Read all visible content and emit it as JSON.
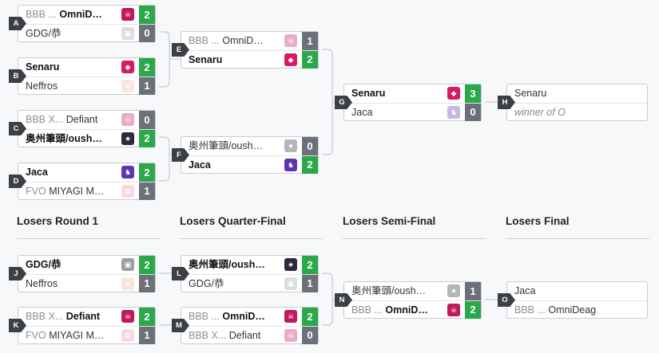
{
  "colors": {
    "win": "#2aa84a",
    "lose": "#6b7079",
    "badge": "#3b3f46",
    "line": "#c8ccd2"
  },
  "losers_headers": {
    "r1": "Losers Round 1",
    "qf": "Losers Quarter-Final",
    "sf": "Losers Semi-Final",
    "final": "Losers Final"
  },
  "winners": {
    "A": {
      "label": "A",
      "p1": {
        "tag": "BBB ...",
        "name": "OmniDeag",
        "score": "2",
        "win": true,
        "icon": "pink-skull-logo"
      },
      "p2": {
        "tag": "",
        "name": "GDG/恭",
        "score": "0",
        "win": false,
        "icon": "grey-cube-logo"
      }
    },
    "B": {
      "label": "B",
      "p1": {
        "tag": "",
        "name": "Senaru",
        "score": "2",
        "win": true,
        "icon": "pink-mask-logo"
      },
      "p2": {
        "tag": "",
        "name": "Neffros",
        "score": "1",
        "win": false,
        "icon": "peach-face-logo"
      }
    },
    "C": {
      "label": "C",
      "p1": {
        "tag": "BBB X...",
        "name": "Defiant",
        "score": "0",
        "win": false,
        "icon": "pink-skull-logo"
      },
      "p2": {
        "tag": "",
        "name": "奥州筆頭/oushuu-...",
        "score": "2",
        "win": true,
        "icon": "dark-ninja-logo"
      }
    },
    "D": {
      "label": "D",
      "p1": {
        "tag": "",
        "name": "Jaca",
        "score": "2",
        "win": true,
        "icon": "purple-knight-logo"
      },
      "p2": {
        "tag": "FVO",
        "name": "MIYAGI Mut...",
        "score": "1",
        "win": false,
        "icon": "pink-flower-logo"
      }
    },
    "E": {
      "label": "E",
      "p1": {
        "tag": "BBB ...",
        "name": "OmniDeag",
        "score": "1",
        "win": false,
        "icon": "pink-skull-logo"
      },
      "p2": {
        "tag": "",
        "name": "Senaru",
        "score": "2",
        "win": true,
        "icon": "pink-mask-logo"
      }
    },
    "F": {
      "label": "F",
      "p1": {
        "tag": "",
        "name": "奥州筆頭/oushuu-h...",
        "score": "0",
        "win": false,
        "icon": "dark-ninja-logo"
      },
      "p2": {
        "tag": "",
        "name": "Jaca",
        "score": "2",
        "win": true,
        "icon": "purple-knight-logo"
      }
    },
    "G": {
      "label": "G",
      "p1": {
        "tag": "",
        "name": "Senaru",
        "score": "3",
        "win": true,
        "icon": "pink-mask-logo"
      },
      "p2": {
        "tag": "",
        "name": "Jaca",
        "score": "0",
        "win": false,
        "icon": "purple-knight-logo"
      }
    },
    "H": {
      "label": "H",
      "p1": {
        "tag": "",
        "name": "Senaru"
      },
      "p2": {
        "tbd": "winner of O"
      }
    }
  },
  "losers": {
    "J": {
      "label": "J",
      "p1": {
        "tag": "",
        "name": "GDG/恭",
        "score": "2",
        "win": true,
        "icon": "grey-cube-logo"
      },
      "p2": {
        "tag": "",
        "name": "Neffros",
        "score": "1",
        "win": false,
        "icon": "peach-face-logo"
      }
    },
    "K": {
      "label": "K",
      "p1": {
        "tag": "BBB X...",
        "name": "Defiant",
        "score": "2",
        "win": true,
        "icon": "pink-skull-logo"
      },
      "p2": {
        "tag": "FVO",
        "name": "MIYAGI Muteki",
        "score": "1",
        "win": false,
        "icon": "pink-flower-logo"
      }
    },
    "L": {
      "label": "L",
      "p1": {
        "tag": "",
        "name": "奥州筆頭/oushuu-...",
        "score": "2",
        "win": true,
        "icon": "dark-ninja-logo"
      },
      "p2": {
        "tag": "",
        "name": "GDG/恭",
        "score": "1",
        "win": false,
        "icon": "grey-cube-logo"
      }
    },
    "M": {
      "label": "M",
      "p1": {
        "tag": "BBB ...",
        "name": "OmniDeag",
        "score": "2",
        "win": true,
        "icon": "pink-skull-logo"
      },
      "p2": {
        "tag": "BBB X...",
        "name": "Defiant",
        "score": "0",
        "win": false,
        "icon": "pink-skull-logo"
      }
    },
    "N": {
      "label": "N",
      "p1": {
        "tag": "",
        "name": "奥州筆頭/oushuu-h...",
        "score": "1",
        "win": false,
        "icon": "dark-ninja-logo"
      },
      "p2": {
        "tag": "BBB ...",
        "name": "OmniDeag",
        "score": "2",
        "win": true,
        "icon": "pink-skull-logo"
      }
    },
    "O": {
      "label": "O",
      "p1": {
        "tag": "",
        "name": "Jaca"
      },
      "p2": {
        "tag": "BBB ...",
        "name": "OmniDeag"
      }
    }
  }
}
